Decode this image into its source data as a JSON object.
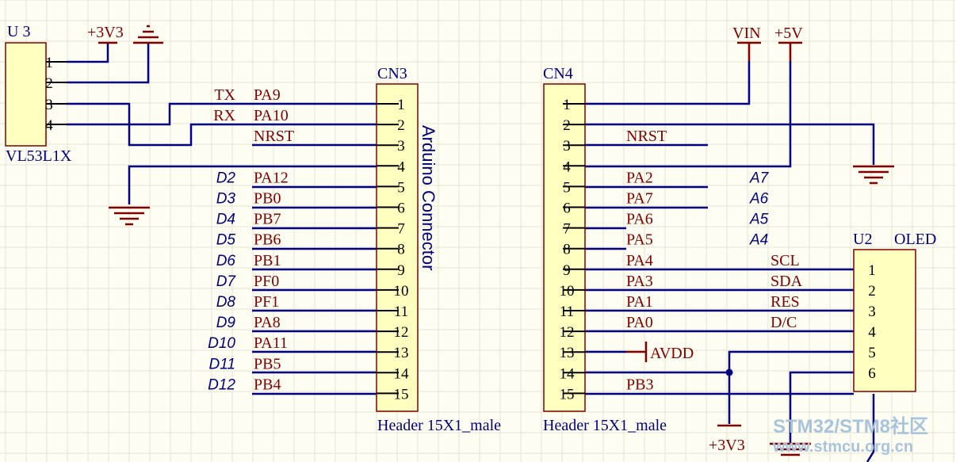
{
  "colors": {
    "background": "#fdfdf2",
    "grid": "#e6e3d2",
    "wire": "#000080",
    "pin": "#000000",
    "part_label": "#000080",
    "net_label": "#800000",
    "power": "#800000",
    "body_fill": "#ffffc0",
    "body_stroke": "#800000",
    "watermark": "#a8c4dc"
  },
  "u3": {
    "designator": "U 3",
    "part": "VL53L1X",
    "pins": [
      "1",
      "2",
      "3",
      "4"
    ]
  },
  "power": {
    "u3_supply": "+3V3",
    "vin": "VIN",
    "v5": "+5V",
    "avdd": "AVDD",
    "oled_supply": "+3V3"
  },
  "cn3": {
    "designator": "CN3",
    "part": "Header 15X1_male",
    "title": "Arduino Connector",
    "pins": [
      "1",
      "2",
      "3",
      "4",
      "5",
      "6",
      "7",
      "8",
      "9",
      "10",
      "11",
      "12",
      "13",
      "14",
      "15"
    ],
    "nets": [
      "PA9",
      "PA10",
      "NRST",
      "",
      "PA12",
      "PB0",
      "PB7",
      "PB6",
      "PB1",
      "PF0",
      "PF1",
      "PA8",
      "PA11",
      "PB5",
      "PB4"
    ],
    "aliases": [
      "TX",
      "RX",
      "",
      "",
      "D2",
      "D3",
      "D4",
      "D5",
      "D6",
      "D7",
      "D8",
      "D9",
      "D10",
      "D11",
      "D12"
    ]
  },
  "cn4": {
    "designator": "CN4",
    "part": "Header 15X1_male",
    "pins": [
      "1",
      "2",
      "3",
      "4",
      "5",
      "6",
      "7",
      "8",
      "9",
      "10",
      "11",
      "12",
      "13",
      "14",
      "15"
    ],
    "nets": [
      "",
      "",
      "NRST",
      "",
      "PA2",
      "PA7",
      "PA6",
      "PA5",
      "PA4",
      "PA3",
      "PA1",
      "PA0",
      "",
      "",
      "PB3"
    ],
    "aliases": [
      "",
      "",
      "",
      "",
      "A7",
      "A6",
      "A5",
      "A4",
      "SCL",
      "SDA",
      "RES",
      "D/C",
      "",
      "",
      ""
    ]
  },
  "u2": {
    "designator": "U2",
    "part": "OLED",
    "pins": [
      "1",
      "2",
      "3",
      "4",
      "5",
      "6"
    ]
  },
  "watermark": {
    "line1": "STM32/STM8社区",
    "line2": "www.stmcu.org.cn"
  }
}
